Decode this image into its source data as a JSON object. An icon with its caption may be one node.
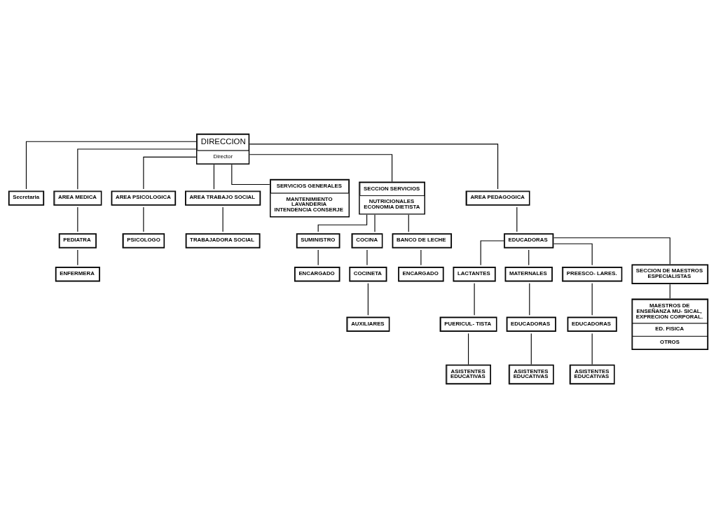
{
  "diagram": {
    "nodes": [
      {
        "text": [
          "DIRECCION",
          "Director"
        ]
      },
      {
        "text": [
          "Secretaria"
        ]
      },
      {
        "text": [
          "AREA MEDICA"
        ]
      },
      {
        "text": [
          "PEDIATRA"
        ]
      },
      {
        "text": [
          "ENFERMERA"
        ]
      },
      {
        "text": [
          "AREA PSICOLOGICA"
        ]
      },
      {
        "text": [
          "PSICOLOGO"
        ]
      },
      {
        "text": [
          "AREA TRABAJO SOCIAL"
        ]
      },
      {
        "text": [
          "TRABAJADORA SOCIAL"
        ]
      },
      {
        "text": [
          "SERVICIOS GENERALES",
          "MANTENIMIENTO LAVANDERIA INTENDENCIA CONSERJE"
        ]
      },
      {
        "text": [
          "SECCION SERVICIOS",
          "NUTRICIONALES ECONOMIA DIETISTA"
        ]
      },
      {
        "text": [
          "AREA PEDAGOGICA"
        ]
      },
      {
        "text": [
          "EDUCADORAS"
        ]
      },
      {
        "text": [
          "LACTANTES"
        ]
      },
      {
        "text": [
          "PUERICUL- TISTA"
        ]
      },
      {
        "text": [
          "ASISTENTES EDUCATIVAS"
        ]
      },
      {
        "text": [
          "MATERNALES"
        ]
      },
      {
        "text": [
          "EDUCADORAS"
        ]
      },
      {
        "text": [
          "ASISTENTES EDUCATIVAS"
        ]
      },
      {
        "text": [
          "PREESCO- LARES."
        ]
      },
      {
        "text": [
          "EDUCADORAS"
        ]
      },
      {
        "text": [
          "ASISTENTES EDUCATIVAS"
        ]
      },
      {
        "text": [
          "SECCION DE MAESTROS ESPECIALISTAS"
        ]
      },
      {
        "text": [
          "MAESTROS DE ENSEÑANZA MU- SICAL, EXPRECION CORPORAL.",
          "ED. FISICA",
          "OTROS"
        ]
      },
      {
        "text": [
          "SUMINISTRO"
        ]
      },
      {
        "text": [
          "ENCARGADO"
        ]
      },
      {
        "text": [
          "COCINA"
        ]
      },
      {
        "text": [
          "COCINETA"
        ]
      },
      {
        "text": [
          "AUXILIARES"
        ]
      },
      {
        "text": [
          "BANCO DE LECHE"
        ]
      },
      {
        "text": [
          "ENCARGADO"
        ]
      }
    ],
    "edges": [
      {
        "from": 0,
        "to": 1,
        "arrow": "none"
      },
      {
        "from": 0,
        "to": 2,
        "arrow": "none"
      },
      {
        "from": 0,
        "to": 5,
        "arrow": "none"
      },
      {
        "from": 0,
        "to": 7,
        "arrow": "none"
      },
      {
        "from": 0,
        "to": 9,
        "arrow": "none"
      },
      {
        "from": 0,
        "to": 10,
        "arrow": "none"
      },
      {
        "from": 0,
        "to": 11,
        "arrow": "none"
      },
      {
        "from": 2,
        "to": 3,
        "arrow": "none"
      },
      {
        "from": 3,
        "to": 4,
        "arrow": "none"
      },
      {
        "from": 5,
        "to": 6,
        "arrow": "none"
      },
      {
        "from": 7,
        "to": 8,
        "arrow": "none"
      },
      {
        "from": 11,
        "to": 12,
        "arrow": "none"
      },
      {
        "from": 12,
        "to": 13,
        "arrow": "none"
      },
      {
        "from": 12,
        "to": 16,
        "arrow": "none"
      },
      {
        "from": 12,
        "to": 19,
        "arrow": "none"
      },
      {
        "from": 12,
        "to": 22,
        "arrow": "none"
      },
      {
        "from": 13,
        "to": 14,
        "arrow": "none"
      },
      {
        "from": 14,
        "to": 15,
        "arrow": "none"
      },
      {
        "from": 16,
        "to": 17,
        "arrow": "none"
      },
      {
        "from": 17,
        "to": 18,
        "arrow": "none"
      },
      {
        "from": 19,
        "to": 20,
        "arrow": "none"
      },
      {
        "from": 20,
        "to": 21,
        "arrow": "none"
      },
      {
        "from": 22,
        "to": 23,
        "arrow": "none"
      },
      {
        "from": 10,
        "to": 24,
        "arrow": "none"
      },
      {
        "from": 10,
        "to": 26,
        "arrow": "none"
      },
      {
        "from": 10,
        "to": 29,
        "arrow": "none"
      },
      {
        "from": 24,
        "to": 25,
        "arrow": "none"
      },
      {
        "from": 26,
        "to": 27,
        "arrow": "none"
      },
      {
        "from": 27,
        "to": 28,
        "arrow": "none"
      },
      {
        "from": 29,
        "to": 30,
        "arrow": "none"
      }
    ]
  }
}
